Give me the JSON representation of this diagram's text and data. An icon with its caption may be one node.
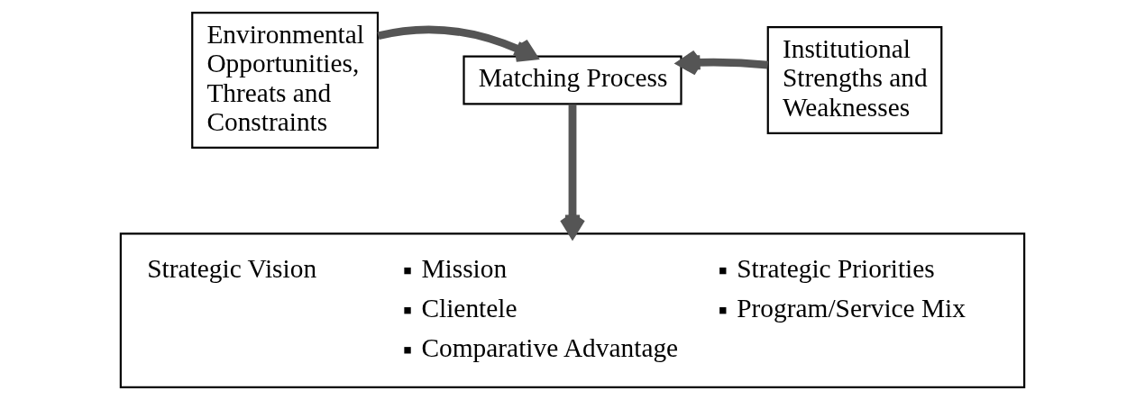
{
  "diagram": {
    "nodes": [
      {
        "text": [
          "Environmental Opportunities, Threats and Constraints"
        ]
      },
      {
        "text": [
          "Matching Process"
        ]
      },
      {
        "text": [
          "Institutional Strengths and Weaknesses"
        ]
      },
      {
        "text": [
          "Strategic Vision",
          "Mission",
          "Clientele",
          "Comparative Advantage",
          "Strategic Priorities",
          "Program/Service Mix"
        ]
      }
    ],
    "edges": [
      {
        "from": 0,
        "to": 1,
        "arrow": "to"
      },
      {
        "from": 2,
        "to": 1,
        "arrow": "to"
      },
      {
        "from": 1,
        "to": 3,
        "arrow": "to"
      }
    ]
  }
}
